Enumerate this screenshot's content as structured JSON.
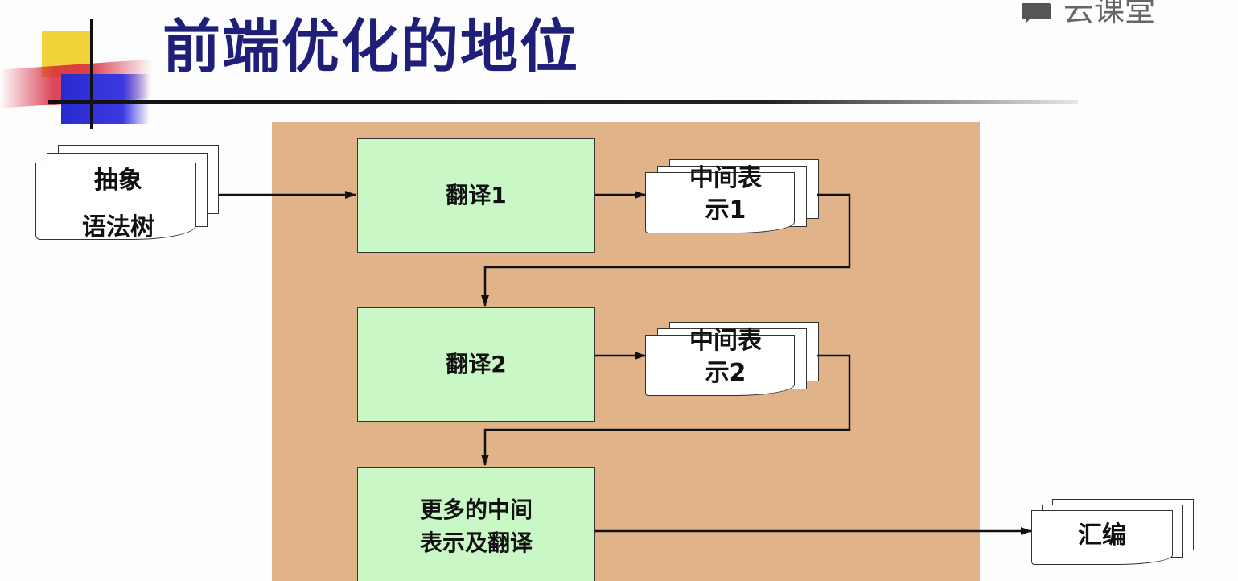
{
  "slide": {
    "title": "前端优化的地位",
    "brand": {
      "text": "云课堂",
      "icon": "chat-bubble-icon"
    }
  },
  "diagram": {
    "input_doc": {
      "label": "抽象\n语法树"
    },
    "steps": [
      {
        "label": "翻译1"
      },
      {
        "label": "翻译2"
      },
      {
        "label": "更多的中间\n表示及翻译"
      }
    ],
    "intermediates": [
      {
        "label": "中间表\n示1"
      },
      {
        "label": "中间表\n示2"
      }
    ],
    "output_doc": {
      "label": "汇编"
    }
  },
  "colors": {
    "title": "#1f1f7a",
    "panel": "#e0b488",
    "process_box": "#c9f7c5"
  }
}
